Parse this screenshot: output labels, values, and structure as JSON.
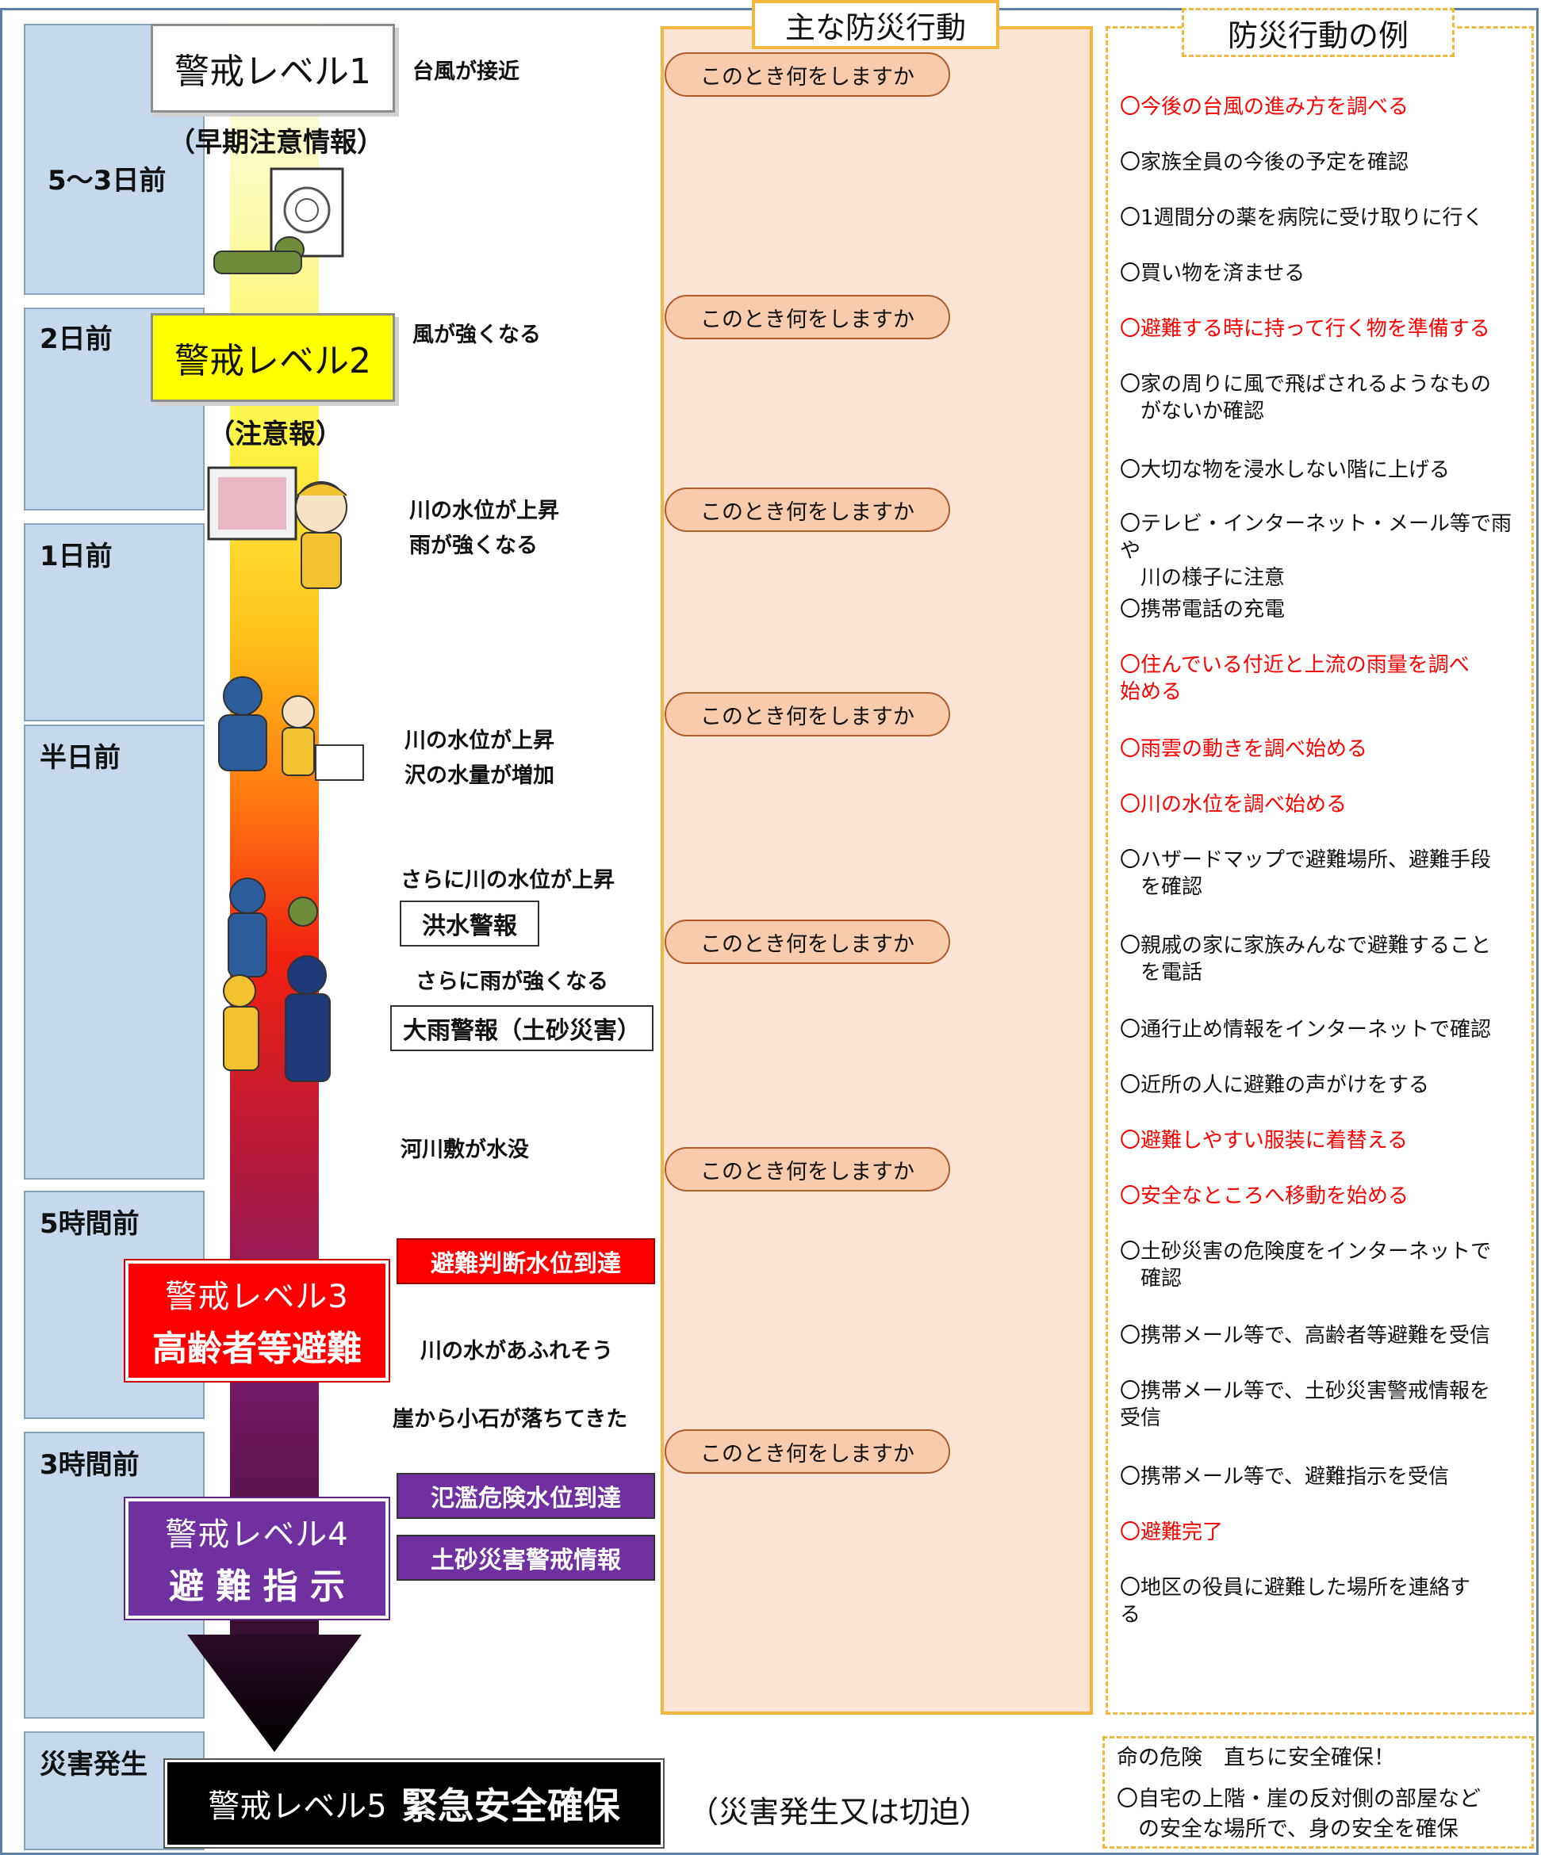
{
  "timeline": [
    {
      "label": "5～3日前"
    },
    {
      "label": "2日前"
    },
    {
      "label": "1日前"
    },
    {
      "label": "半日前"
    },
    {
      "label": "5時間前"
    },
    {
      "label": "3時間前"
    },
    {
      "label": "災害発生"
    }
  ],
  "levels": {
    "l1": {
      "name": "警戒レベル1",
      "note": "（早期注意情報）"
    },
    "l2": {
      "name": "警戒レベル2",
      "note": "（注意報）"
    },
    "l3": {
      "name": "警戒レベル3",
      "sub": "高齢者等避難"
    },
    "l4": {
      "name": "警戒レベル4",
      "sub": "避 難 指 示"
    },
    "l5": {
      "name": "警戒レベル5",
      "sub": "緊急安全確保",
      "note": "（災害発生又は切迫）"
    }
  },
  "events": {
    "e1": "台風が接近",
    "e2": "風が強くなる",
    "e3a": "川の水位が上昇",
    "e3b": "雨が強くなる",
    "e4a": "川の水位が上昇",
    "e4b": "沢の水量が増加",
    "e5": "さらに川の水位が上昇",
    "e6": "さらに雨が強くなる",
    "e7": "河川敷が水没",
    "e8": "川の水があふれそう",
    "e9": "崖から小石が落ちてきた"
  },
  "warnings": {
    "flood": "洪水警報",
    "heavy_rain": "大雨警報（土砂災害）",
    "evac_level": "避難判断水位到達",
    "danger_level": "氾濫危険水位到達",
    "landslide": "土砂災害警戒情報"
  },
  "middle": {
    "header": "主な防災行動",
    "prompt": "このとき何をしますか"
  },
  "right": {
    "header": "防災行動の例",
    "actions": [
      {
        "text": "〇今後の台風の進み方を調べる",
        "red": true
      },
      {
        "text": "〇家族全員の今後の予定を確認",
        "red": false
      },
      {
        "text": "〇1週間分の薬を病院に受け取りに行く",
        "red": false
      },
      {
        "text": "〇買い物を済ませる",
        "red": false
      },
      {
        "text": "〇避難する時に持って行く物を準備する",
        "red": true
      },
      {
        "text": "〇家の周りに風で飛ばされるようなもの\n　がないか確認",
        "red": false
      },
      {
        "text": "〇大切な物を浸水しない階に上げる",
        "red": false
      },
      {
        "text": "〇テレビ・インターネット・メール等で雨や\n　川の様子に注意",
        "red": false
      },
      {
        "text": "〇携帯電話の充電",
        "red": false
      },
      {
        "text": "〇住んでいる付近と上流の雨量を調べ\n始める",
        "red": true
      },
      {
        "text": "〇雨雲の動きを調べ始める",
        "red": true
      },
      {
        "text": "〇川の水位を調べ始める",
        "red": true
      },
      {
        "text": "〇ハザードマップで避難場所、避難手段\n　を確認",
        "red": false
      },
      {
        "text": "〇親戚の家に家族みんなで避難すること\n　を電話",
        "red": false
      },
      {
        "text": "〇通行止め情報をインターネットで確認",
        "red": false
      },
      {
        "text": "〇近所の人に避難の声がけをする",
        "red": false
      },
      {
        "text": "〇避難しやすい服装に着替える",
        "red": true
      },
      {
        "text": "〇安全なところへ移動を始める",
        "red": true
      },
      {
        "text": "〇土砂災害の危険度をインターネットで\n　確認",
        "red": false
      },
      {
        "text": "〇携帯メール等で、高齢者等避難を受信",
        "red": false
      },
      {
        "text": "〇携帯メール等で、土砂災害警戒情報を\n受信",
        "red": false
      },
      {
        "text": "〇携帯メール等で、避難指示を受信",
        "red": false
      },
      {
        "text": "〇避難完了",
        "red": true
      },
      {
        "text": "〇地区の役員に避難した場所を連絡す\nる",
        "red": false
      }
    ],
    "final": {
      "line1": "命の危険　直ちに安全確保！",
      "line2": "〇自宅の上階・崖の反対側の部屋など",
      "line3": "　の安全な場所で、身の安全を確保"
    }
  },
  "colors": {
    "timeline_bg": "#c6d9ec",
    "panel_border": "#f3b73d",
    "panel_bg": "#fbe4d5",
    "pill_bg": "#f8cbad",
    "level3": "#ff0000",
    "level4": "#7030a0",
    "level5": "#000000"
  }
}
